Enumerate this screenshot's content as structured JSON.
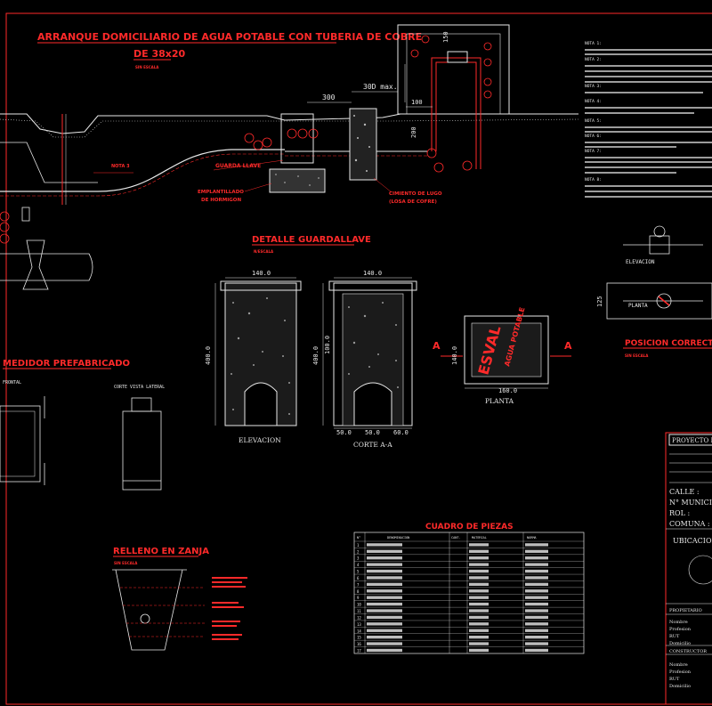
{
  "title": {
    "main": "ARRANQUE DOMICILIARIO DE AGUA POTABLE CON TUBERIA DE COBRE",
    "sub": "DE 38x20",
    "scale": "SIN ESCALA"
  },
  "dims": {
    "d300": "300",
    "d30max": "30D max.",
    "d150": "150",
    "d100": "100",
    "d200": "200",
    "d140a": "140.0",
    "d140b": "140.0",
    "d400a": "400.0",
    "d400b": "400.0",
    "d100b": "100.0",
    "d50a": "50.0",
    "d50b": "50.0",
    "d60": "60.0",
    "d160": "160.0",
    "d140c": "140.0",
    "d125": "125"
  },
  "labels": {
    "nota3": "NOTA 3",
    "guarda_llave": "GUARDA LLAVE",
    "emplantillado": "EMPLANTILLADO\nDE HORMIGON",
    "cimiento": "CIMIENTO DE LUGO\n(LOSA DE COFRE)",
    "detalle": "DETALLE GUARDALLAVE",
    "detalle_scale": "N/ESCALA",
    "elevacion": "ELEVACION",
    "corte": "CORTE A-A",
    "planta": "PLANTA",
    "esval": "ESVAL",
    "agua_potable": "AGUA POTABLE",
    "medidor": "MEDIDOR PREFABRICADO",
    "corte_vista": "CORTE VISTA LATERAL",
    "frontal": "FRONTAL",
    "relleno": "RELLENO EN ZANJA",
    "relleno_scale": "SIN ESCALA",
    "cuadro": "CUADRO DE PIEZAS",
    "posicion": "POSICION CORRECTA",
    "posicion_scale": "SIN ESCALA",
    "elevacion2": "ELEVACION",
    "planta2": "PLANTA",
    "section_a": "A",
    "proyecto": "PROYECTO DE",
    "calle": "CALLE :",
    "municipal": "N° MUNICIPAL",
    "rol": "ROL :",
    "comuna": "COMUNA :",
    "ubicacion": "UBICACION",
    "propietario": "PROPIETARIO",
    "constructor": "CONSTRUCTOR",
    "nombre": "Nombre",
    "profesion": "Profesion",
    "rut": "RUT",
    "domicilio": "Domicilio"
  },
  "table": {
    "headers": [
      "N°",
      "DENOMINACION",
      "CANT.",
      "MATERIAL",
      "NORMA"
    ],
    "rows": [
      "1",
      "2",
      "3",
      "4",
      "5",
      "6",
      "7",
      "8",
      "9",
      "10",
      "11",
      "12",
      "13",
      "14",
      "15",
      "16",
      "17"
    ]
  },
  "notes": [
    "NOTA 1:",
    "NOTA 2:",
    "NOTA 3:",
    "NOTA 4:",
    "NOTA 5:",
    "NOTA 6:",
    "NOTA 7:",
    "NOTA 8:"
  ]
}
